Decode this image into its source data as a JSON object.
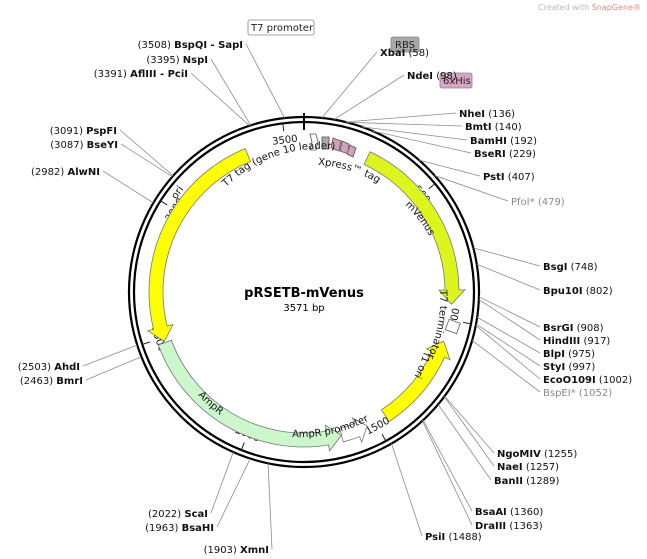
{
  "credit": {
    "prefix": "Created with",
    "brand": "SnapGene",
    "mark": "®"
  },
  "plasmid": {
    "name": "pRSETB-mVenus",
    "length_label": "3571 bp",
    "length": 3571
  },
  "colors": {
    "yellow": "#ffff00",
    "lime": "#dcf51f",
    "pale_green": "#ccf7cc",
    "pink": "#d49fb8",
    "rbs_grey": "#a8a8a8",
    "sixhis": "#d8a6c4",
    "backbone": "#000000"
  },
  "ticks": [
    {
      "pos": 500,
      "label": "500"
    },
    {
      "pos": 1000,
      "label": "1000"
    },
    {
      "pos": 1500,
      "label": "1500"
    },
    {
      "pos": 2000,
      "label": "2000"
    },
    {
      "pos": 2500,
      "label": "2500"
    },
    {
      "pos": 3000,
      "label": "3000"
    },
    {
      "pos": 3500,
      "label": "3500"
    }
  ],
  "features": [
    {
      "id": "ori",
      "label": "ori",
      "start": 2485,
      "end": 3350,
      "strand": -1,
      "color": "#ffff00"
    },
    {
      "id": "mvenus",
      "label": "mVenus",
      "start": 250,
      "end": 940,
      "strand": 1,
      "color": "#dcf51f"
    },
    {
      "id": "f1ori",
      "label": "f1 ori",
      "start": 1085,
      "end": 1455,
      "strand": -1,
      "color": "#ffff00"
    },
    {
      "id": "ampr",
      "label": "AmpR",
      "start": 1640,
      "end": 2480,
      "strand": -1,
      "color": "#ccf7cc"
    },
    {
      "id": "ampr_promoter",
      "label": "AmpR promoter",
      "start": 1535,
      "end": 1640,
      "strand": -1,
      "color": "#ffffff"
    }
  ],
  "feature_labels": {
    "t7tag": "T7 tag (gene 10 leader)",
    "xpress": "Xpress™ tag",
    "t7term": "T7 terminator"
  },
  "boxes": {
    "t7promoter": "T7 promoter",
    "rbs": "RBS",
    "sixhis": "6xHis"
  },
  "sites": [
    {
      "name": "XbaI",
      "pos": "(58)",
      "dir": "r"
    },
    {
      "name": "NdeI",
      "pos": "(98)",
      "dir": "r"
    },
    {
      "name": "NheI",
      "pos": "(136)",
      "dir": "r"
    },
    {
      "name": "BmtI",
      "pos": "(140)",
      "dir": "r"
    },
    {
      "name": "BamHI",
      "pos": "(192)",
      "dir": "r"
    },
    {
      "name": "BseRI",
      "pos": "(229)",
      "dir": "r"
    },
    {
      "name": "PstI",
      "pos": "(407)",
      "dir": "r"
    },
    {
      "name": "PfoI*",
      "pos": "(479)",
      "dir": "r",
      "muted": true
    },
    {
      "name": "BsgI",
      "pos": "(748)",
      "dir": "r"
    },
    {
      "name": "Bpu10I",
      "pos": "(802)",
      "dir": "r"
    },
    {
      "name": "BsrGI",
      "pos": "(908)",
      "dir": "r"
    },
    {
      "name": "HindIII",
      "pos": "(917)",
      "dir": "r"
    },
    {
      "name": "BlpI",
      "pos": "(975)",
      "dir": "r"
    },
    {
      "name": "StyI",
      "pos": "(997)",
      "dir": "r"
    },
    {
      "name": "EcoO109I",
      "pos": "(1002)",
      "dir": "r"
    },
    {
      "name": "BspEI*",
      "pos": "(1052)",
      "dir": "r",
      "muted": true
    },
    {
      "name": "NgoMIV",
      "pos": "(1255)",
      "dir": "r"
    },
    {
      "name": "NaeI",
      "pos": "(1257)",
      "dir": "r"
    },
    {
      "name": "BanII",
      "pos": "(1289)",
      "dir": "r"
    },
    {
      "name": "BsaAI",
      "pos": "(1360)",
      "dir": "r"
    },
    {
      "name": "DraIII",
      "pos": "(1363)",
      "dir": "r"
    },
    {
      "name": "PsiI",
      "pos": "(1488)",
      "dir": "r"
    },
    {
      "name": "XmnI",
      "pos": "(1903)",
      "dir": "l"
    },
    {
      "name": "BsaHI",
      "pos": "(1963)",
      "dir": "l"
    },
    {
      "name": "ScaI",
      "pos": "(2022)",
      "dir": "l"
    },
    {
      "name": "BmrI",
      "pos": "(2463)",
      "dir": "l"
    },
    {
      "name": "AhdI",
      "pos": "(2503)",
      "dir": "l"
    },
    {
      "name": "AlwNI",
      "pos": "(2982)",
      "dir": "l"
    },
    {
      "name": "BseYI",
      "pos": "(3087)",
      "dir": "l"
    },
    {
      "name": "PspFI",
      "pos": "(3091)",
      "dir": "l"
    },
    {
      "name": "AflIII - PciI",
      "pos": "(3391)",
      "dir": "l"
    },
    {
      "name": "NspI",
      "pos": "(3395)",
      "dir": "l"
    },
    {
      "name": "BspQI - SapI",
      "pos": "(3508)",
      "dir": "l"
    }
  ]
}
